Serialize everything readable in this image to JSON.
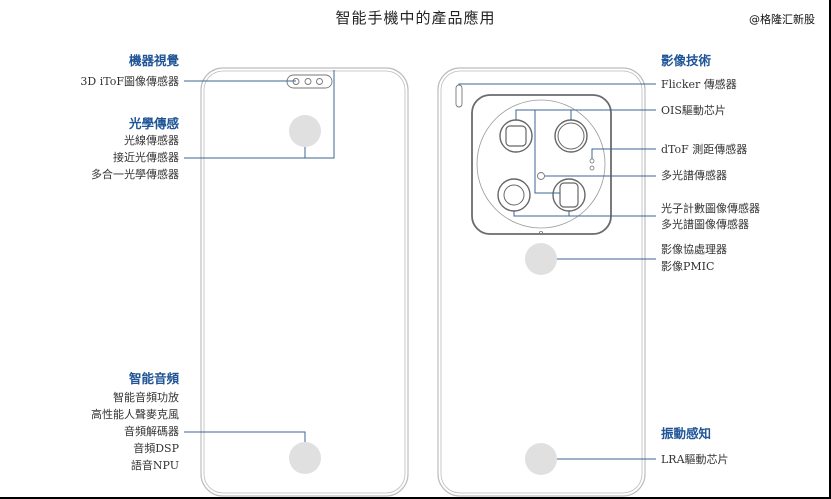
{
  "title": "智能手機中的產品應用",
  "watermark": "@格隆汇新股",
  "colors": {
    "heading": "#1f5596",
    "leader_line": "#3c6493",
    "phone_outline": "#b8b8b8",
    "sensor_fill": "#e0e0e0"
  },
  "left_phone": {
    "groups": [
      {
        "heading": "機器視覺",
        "items": [
          "3D iToF圖像傳感器"
        ]
      },
      {
        "heading": "光學傳感",
        "items": [
          "光線傳感器",
          "接近光傳感器",
          "多合一光學傳感器"
        ]
      },
      {
        "heading": "智能音頻",
        "items": [
          "智能音頻功放",
          "高性能人聲麥克風",
          "音頻解碼器",
          "音頻DSP",
          "語音NPU"
        ]
      }
    ]
  },
  "right_phone": {
    "groups": [
      {
        "heading": "影像技術",
        "items": [
          "Flicker 傳感器",
          "OIS驅動芯片",
          "dToF 測距傳感器",
          "多光譜傳感器",
          "光子計數圖像傳感器",
          "多光譜圖像傳感器",
          "影像協處理器",
          "影像PMIC"
        ]
      },
      {
        "heading": "振動感知",
        "items": [
          "LRA驅動芯片"
        ]
      }
    ]
  }
}
